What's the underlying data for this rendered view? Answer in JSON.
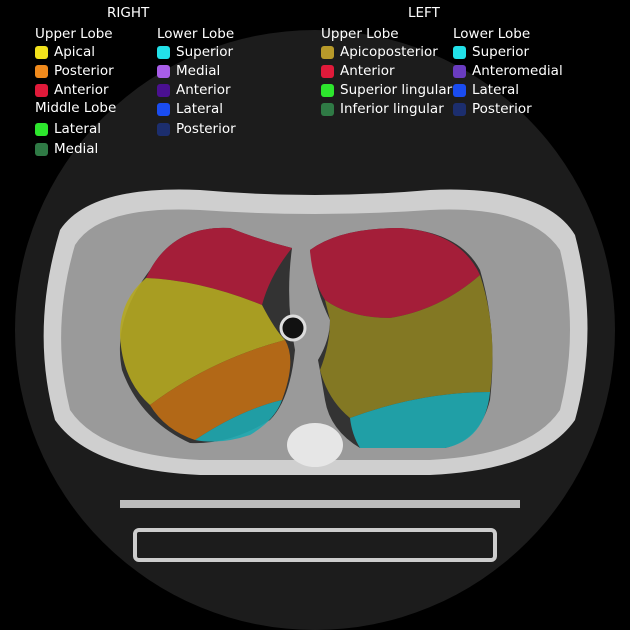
{
  "right": {
    "title": "RIGHT",
    "upper_lobe": {
      "heading": "Upper Lobe",
      "items": [
        {
          "label": "Apical",
          "color": "#f2e21c"
        },
        {
          "label": "Posterior",
          "color": "#f08a1c"
        },
        {
          "label": "Anterior",
          "color": "#e01a3a"
        }
      ]
    },
    "middle_lobe": {
      "heading": "Middle Lobe",
      "items": [
        {
          "label": "Lateral",
          "color": "#2de62d"
        },
        {
          "label": "Medial",
          "color": "#2f7a45"
        }
      ]
    },
    "lower_lobe": {
      "heading": "Lower Lobe",
      "items": [
        {
          "label": "Superior",
          "color": "#22e0e8"
        },
        {
          "label": "Medial",
          "color": "#a85de8"
        },
        {
          "label": "Anterior",
          "color": "#4a1090"
        },
        {
          "label": "Lateral",
          "color": "#1a4cf0"
        },
        {
          "label": "Posterior",
          "color": "#1c2e6e"
        }
      ]
    }
  },
  "left": {
    "title": "LEFT",
    "upper_lobe": {
      "heading": "Upper Lobe",
      "items": [
        {
          "label": "Apicoposterior",
          "color": "#b89a2a"
        },
        {
          "label": "Anterior",
          "color": "#e01a3a"
        },
        {
          "label": "Superior lingular",
          "color": "#2de62d"
        },
        {
          "label": "Inferior lingular",
          "color": "#2f7a45"
        }
      ]
    },
    "lower_lobe": {
      "heading": "Lower Lobe",
      "items": [
        {
          "label": "Superior",
          "color": "#22e0e8"
        },
        {
          "label": "Anteromedial",
          "color": "#6a3cc0"
        },
        {
          "label": "Lateral",
          "color": "#1a4cf0"
        },
        {
          "label": "Posterior",
          "color": "#1c2e6e"
        }
      ]
    }
  }
}
